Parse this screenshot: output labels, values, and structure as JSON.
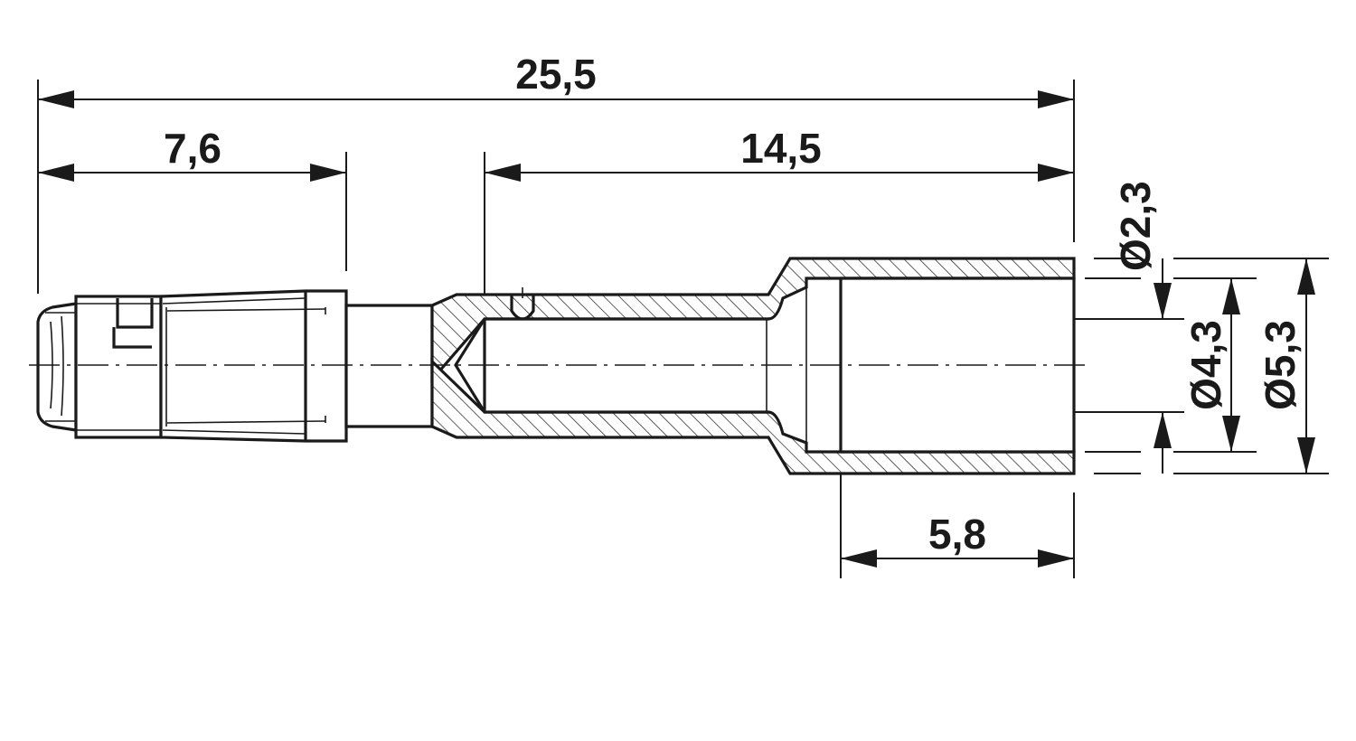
{
  "drawing": {
    "dimensions": {
      "overall_length": "25,5",
      "front_length": "7,6",
      "sleeve_length": "14,5",
      "crimp_length": "5,8",
      "inner_diameter": "Ø2,3",
      "bore_diameter": "Ø4,3",
      "outer_diameter": "Ø5,3"
    }
  }
}
